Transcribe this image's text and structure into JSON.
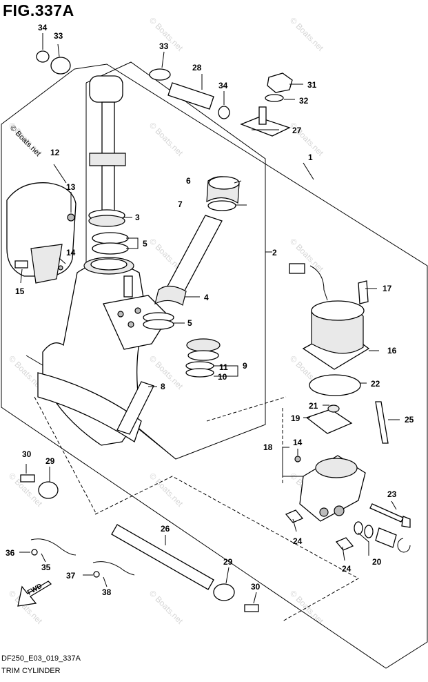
{
  "figure": {
    "title": "FIG.337A",
    "code": "DF250_E03_019_337A",
    "caption": "TRIM CYLINDER"
  },
  "watermark": "© Boats.net",
  "callouts": {
    "c1": "1",
    "c2": "2",
    "c3": "3",
    "c4": "4",
    "c5a": "5",
    "c5b": "5",
    "c6": "6",
    "c7": "7",
    "c8": "8",
    "c9": "9",
    "c10": "10",
    "c11": "11",
    "c12": "12",
    "c13": "13",
    "c14a": "14",
    "c14b": "14",
    "c15": "15",
    "c16": "16",
    "c17": "17",
    "c18": "18",
    "c19": "19",
    "c20": "20",
    "c21": "21",
    "c22": "22",
    "c23": "23",
    "c24a": "24",
    "c24b": "24",
    "c25": "25",
    "c26": "26",
    "c27": "27",
    "c28": "28",
    "c29a": "29",
    "c29b": "29",
    "c30a": "30",
    "c30b": "30",
    "c31": "31",
    "c32": "32",
    "c33a": "33",
    "c33b": "33",
    "c34a": "34",
    "c34b": "34",
    "c35": "35",
    "c36": "36",
    "c37": "37",
    "c38": "38"
  },
  "fwd_label": "FWD",
  "colors": {
    "line": "#000000",
    "watermark": "#d6d6d6",
    "background": "#ffffff"
  }
}
